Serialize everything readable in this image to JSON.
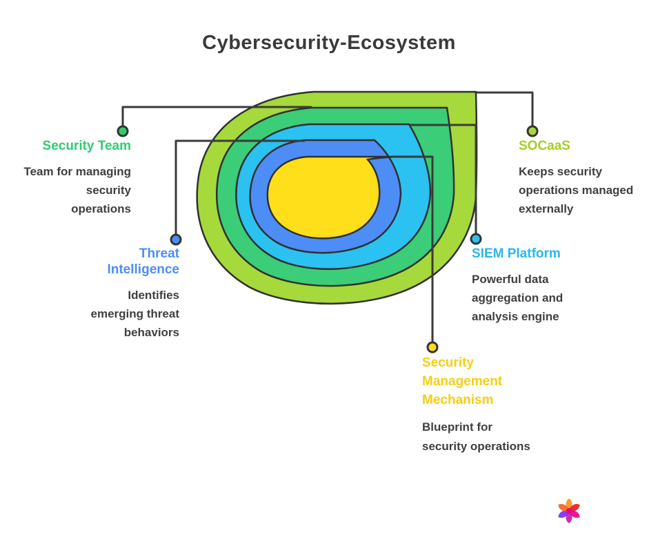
{
  "title": "Cybersecurity-Ecosystem",
  "diagram": {
    "connector_color": "#3a3a3a",
    "outline_color": "#2f2f2f",
    "layers": [
      {
        "name": "SOCaaS",
        "color": "#a6d93c"
      },
      {
        "name": "Security Team",
        "color": "#3bcd77"
      },
      {
        "name": "SIEM Platform",
        "color": "#2bc1f1"
      },
      {
        "name": "Threat Intelligence",
        "color": "#4d8df6"
      },
      {
        "name": "Security Management Mechanism",
        "color": "#ffde1a"
      }
    ]
  },
  "callouts": {
    "security_team": {
      "label": "Security Team",
      "color": "#2ecc71",
      "desc_lines": [
        "Team for managing",
        "security",
        "operations"
      ]
    },
    "threat_intelligence": {
      "label_lines": [
        "Threat",
        "Intelligence"
      ],
      "color": "#4d8df6",
      "desc_lines": [
        "Identifies",
        "emerging threat",
        "behaviors"
      ]
    },
    "socaas": {
      "label": "SOCaaS",
      "color": "#a4ce27",
      "desc_lines": [
        "Keeps security",
        "operations managed",
        "externally"
      ]
    },
    "siem_platform": {
      "label": "SIEM Platform",
      "color": "#29b6f0",
      "desc_lines": [
        "Powerful data",
        "aggregation and",
        "analysis engine"
      ]
    },
    "security_management": {
      "label_lines": [
        "Security",
        "Management",
        "Mechanism"
      ],
      "color": "#f7cf0e",
      "desc_lines": [
        "Blueprint for",
        "security operations"
      ]
    }
  },
  "logo": {
    "name": "napkin-pinwheel-logo",
    "petal_colors": [
      "#f7941d",
      "#ed1c24",
      "#ec008c",
      "#c21dac",
      "#7b2ff7",
      "#f26522"
    ],
    "center_color": "#ec008c"
  }
}
